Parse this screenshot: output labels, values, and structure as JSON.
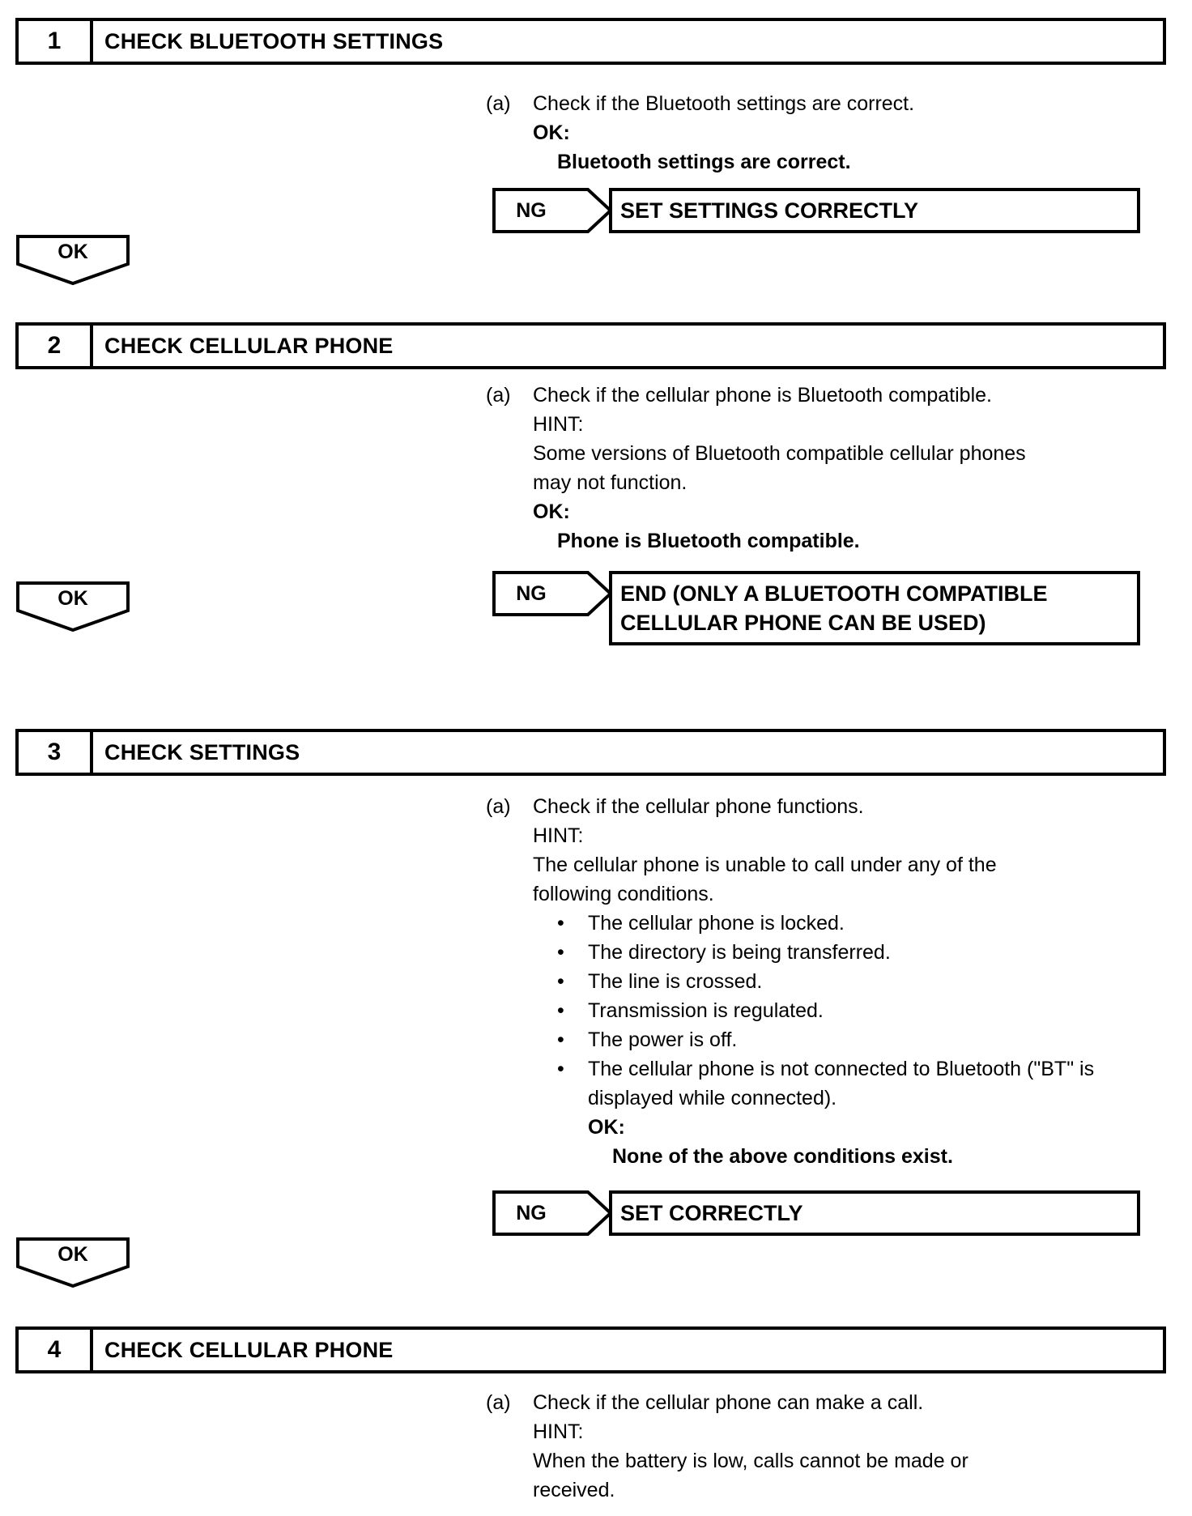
{
  "document": {
    "type": "diagnostic-flowchart",
    "title": "Bluetooth Cellular Phone Diagnostic Procedure"
  },
  "labels": {
    "ok": "OK",
    "ng": "NG",
    "marker_a": "(a)",
    "bullet": "•"
  },
  "steps": [
    {
      "number": "1",
      "title": "CHECK BLUETOOTH SETTINGS",
      "marker": "(a)",
      "lines": [
        {
          "text": "Check if the Bluetooth settings are correct.",
          "bold": false,
          "indent": 0
        },
        {
          "text": "OK:",
          "bold": true,
          "indent": 0
        },
        {
          "text": "Bluetooth settings are correct.",
          "bold": true,
          "indent": 1
        }
      ],
      "conditions": [],
      "ng": {
        "tag": "NG",
        "result_lines": [
          "SET SETTINGS CORRECTLY"
        ]
      },
      "ok_connector": "OK"
    },
    {
      "number": "2",
      "title": "CHECK CELLULAR PHONE",
      "marker": "(a)",
      "lines": [
        {
          "text": "Check if the cellular phone is Bluetooth compatible.",
          "bold": false,
          "indent": 0
        },
        {
          "text": "HINT:",
          "bold": false,
          "indent": 0
        },
        {
          "text": "Some versions of Bluetooth compatible cellular phones",
          "bold": false,
          "indent": 0
        },
        {
          "text": "may not function.",
          "bold": false,
          "indent": 0
        },
        {
          "text": "OK:",
          "bold": true,
          "indent": 0
        },
        {
          "text": "Phone is Bluetooth compatible.",
          "bold": true,
          "indent": 1
        }
      ],
      "conditions": [],
      "ng": {
        "tag": "NG",
        "result_lines": [
          "END (ONLY A BLUETOOTH COMPATIBLE",
          "CELLULAR PHONE CAN BE USED)"
        ]
      },
      "ok_connector": "OK"
    },
    {
      "number": "3",
      "title": "CHECK SETTINGS",
      "marker": "(a)",
      "lines": [
        {
          "text": "Check if the cellular phone functions.",
          "bold": false,
          "indent": 0
        },
        {
          "text": "HINT:",
          "bold": false,
          "indent": 0
        },
        {
          "text": "The cellular phone is unable to call under any of the",
          "bold": false,
          "indent": 0
        },
        {
          "text": "following conditions.",
          "bold": false,
          "indent": 0
        }
      ],
      "conditions": [
        [
          "The cellular phone is locked."
        ],
        [
          "The directory is being transferred."
        ],
        [
          "The line is crossed."
        ],
        [
          "Transmission is regulated."
        ],
        [
          "The power is off."
        ],
        [
          "The cellular phone is not connected to Bluetooth",
          "(\"BT\" is displayed while connected)."
        ]
      ],
      "trailing_lines": [
        {
          "text": "OK:",
          "bold": true,
          "indent": 1
        },
        {
          "text": "None of the above conditions exist.",
          "bold": true,
          "indent": 2
        }
      ],
      "ng": {
        "tag": "NG",
        "result_lines": [
          "SET CORRECTLY"
        ]
      },
      "ok_connector": "OK"
    },
    {
      "number": "4",
      "title": "CHECK CELLULAR PHONE",
      "marker": "(a)",
      "lines": [
        {
          "text": "Check if the cellular phone can make a call.",
          "bold": false,
          "indent": 0
        },
        {
          "text": "HINT:",
          "bold": false,
          "indent": 0
        },
        {
          "text": "When the battery is low, calls cannot be made or",
          "bold": false,
          "indent": 0
        },
        {
          "text": "received.",
          "bold": false,
          "indent": 0
        }
      ],
      "conditions": [],
      "ng": null,
      "ok_connector": null
    }
  ]
}
